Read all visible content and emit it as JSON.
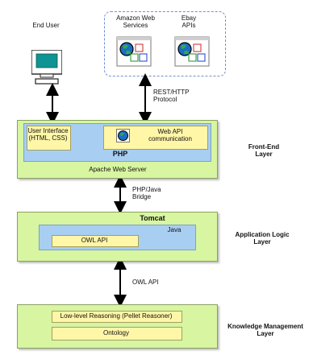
{
  "top": {
    "end_user": "End User",
    "amazon": "Amazon Web Services",
    "ebay": "Ebay APIs",
    "rest_protocol": "REST/HTTP Protocol"
  },
  "front_end": {
    "layer_label": "Front-End Layer",
    "ui_box": "User Interface (HTML, CSS)",
    "web_api": "Web API communication",
    "php": "PHP",
    "apache": "Apache Web Server"
  },
  "bridge_label": "PHP/Java Bridge",
  "app_logic": {
    "layer_label": "Application Logic Layer",
    "tomcat": "Tomcat",
    "java": "Java",
    "owl_api_box": "OWL API"
  },
  "owl_api_label": "OWL API",
  "knowledge": {
    "layer_label": "Knowledge Management Layer",
    "reasoning": "Low-level Reasoning (Pellet Reasoner)",
    "ontology": "Ontology"
  },
  "colors": {
    "layer_green": "#d8f5a2",
    "php_blue": "#a8cef2",
    "box_yellow": "#fff6a8",
    "dashed_border": "#6f8fcf"
  },
  "icons": [
    "monitor-icon",
    "globe-icon",
    "window-squares-icon",
    "arrow-icon"
  ]
}
